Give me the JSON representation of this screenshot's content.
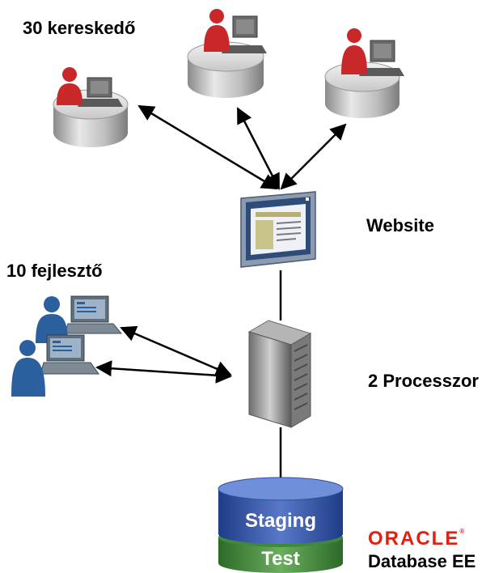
{
  "labels": {
    "traders": "30 kereskedő",
    "developers": "10 fejlesztő",
    "website": "Website",
    "processor": "2 Processzor",
    "database": "Database EE"
  },
  "database": {
    "top_layer": "Staging",
    "bottom_layer": "Test"
  },
  "logo": {
    "text": "ORACLE",
    "brand_color": "#e02010"
  },
  "colors": {
    "person_trader": "#c8282a",
    "person_developer": "#2b5f9e",
    "db_top": "#2f4fa0",
    "db_bottom": "#3f8a3a"
  }
}
